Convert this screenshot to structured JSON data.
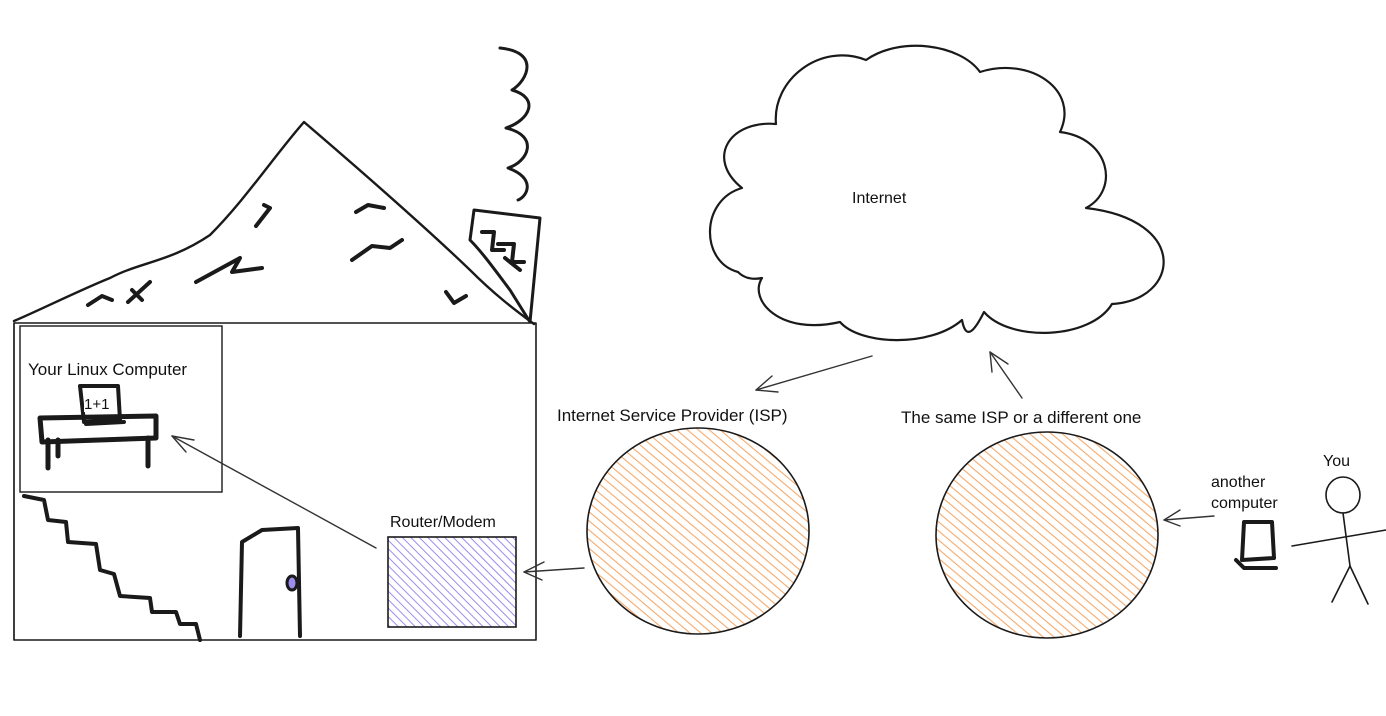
{
  "labels": {
    "internet": "Internet",
    "your_computer": "Your Linux Computer",
    "desk_screen": "1+1",
    "router": "Router/Modem",
    "isp": "Internet Service Provider (ISP)",
    "other_isp": "The same ISP or a different one",
    "you": "You",
    "another_computer_line1": "another",
    "another_computer_line2": "computer"
  },
  "colors": {
    "stroke": "#1a1a1a",
    "isp_fill": "#f5a96b",
    "router_fill": "#9c8cf0",
    "background": "#ffffff"
  },
  "icons": [
    "house",
    "chimney",
    "smoke",
    "roof-tiles",
    "desk",
    "laptop",
    "stairs",
    "door",
    "cloud",
    "person",
    "arrow"
  ]
}
